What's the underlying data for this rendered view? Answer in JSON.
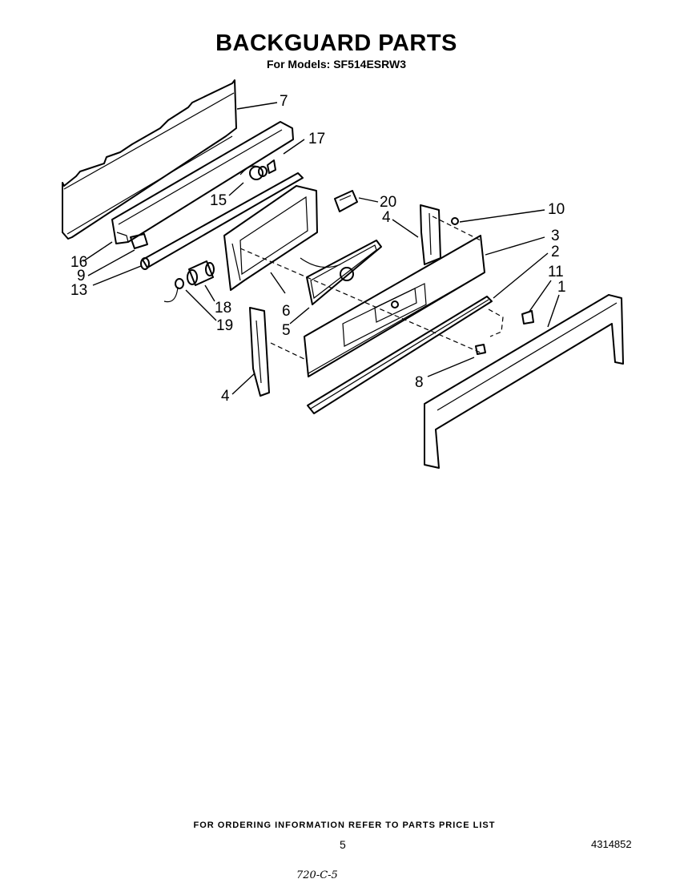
{
  "header": {
    "title": "BACKGUARD PARTS",
    "subtitle": "For Models: SF514ESRW3"
  },
  "callouts": [
    {
      "id": "c7",
      "text": "7"
    },
    {
      "id": "c17",
      "text": "17"
    },
    {
      "id": "c15",
      "text": "15"
    },
    {
      "id": "c20",
      "text": "20"
    },
    {
      "id": "c4a",
      "text": "4"
    },
    {
      "id": "c10",
      "text": "10"
    },
    {
      "id": "c3",
      "text": "3"
    },
    {
      "id": "c2",
      "text": "2"
    },
    {
      "id": "c11",
      "text": "11"
    },
    {
      "id": "c1",
      "text": "1"
    },
    {
      "id": "c16",
      "text": "16"
    },
    {
      "id": "c9",
      "text": "9"
    },
    {
      "id": "c13",
      "text": "13"
    },
    {
      "id": "c18",
      "text": "18"
    },
    {
      "id": "c19",
      "text": "19"
    },
    {
      "id": "c6",
      "text": "6"
    },
    {
      "id": "c5",
      "text": "5"
    },
    {
      "id": "c8",
      "text": "8"
    },
    {
      "id": "c4b",
      "text": "4"
    }
  ],
  "footer": {
    "ordering_note": "FOR ORDERING INFORMATION REFER TO PARTS PRICE LIST",
    "page_number": "5",
    "document_number": "4314852",
    "handwritten_note": "720-C-5"
  }
}
